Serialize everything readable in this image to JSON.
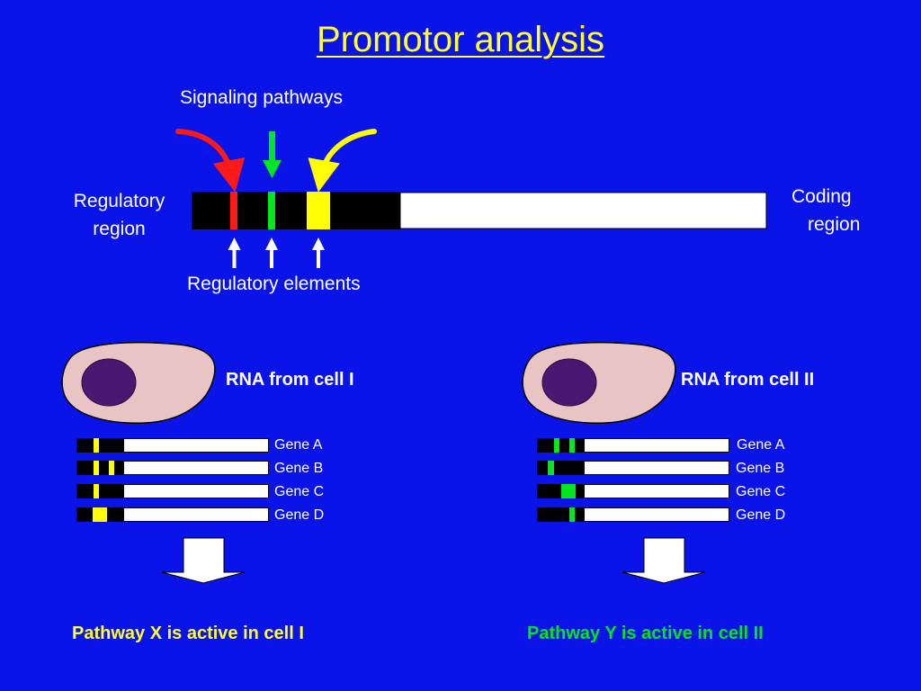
{
  "title": "Promotor analysis",
  "labels": {
    "signaling_pathways": "Signaling pathways",
    "regulatory_region_line1": "Regulatory",
    "regulatory_region_line2": "region",
    "coding_region_line1": "Coding",
    "coding_region_line2": "region",
    "regulatory_elements": "Regulatory elements"
  },
  "colors": {
    "background": "#0a14e8",
    "red": "#ff1a1a",
    "green": "#00e620",
    "yellow": "#ffff00",
    "cell_body": "#e8c4c4",
    "nucleus": "#4a1870"
  },
  "cell1": {
    "label": "RNA from cell I",
    "genes": [
      "Gene A",
      "Gene B",
      "Gene C",
      "Gene D"
    ],
    "conclusion": "Pathway X is active in cell I"
  },
  "cell2": {
    "label": "RNA from cell II",
    "genes": [
      "Gene A",
      "Gene B",
      "Gene C",
      "Gene D"
    ],
    "conclusion": "Pathway Y is active in cell II"
  }
}
